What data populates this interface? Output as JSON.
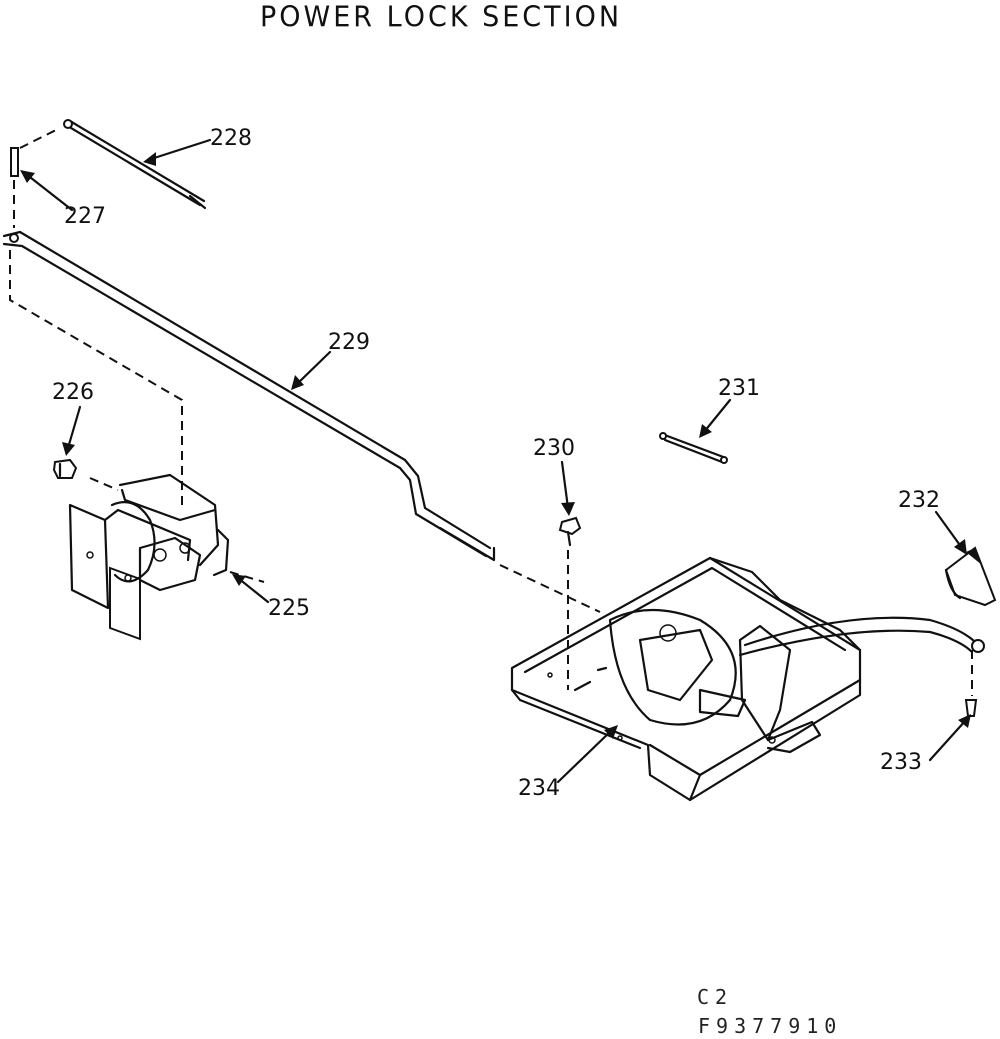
{
  "title": "POWER LOCK SECTION",
  "callouts": {
    "c225": "225",
    "c226": "226",
    "c227": "227",
    "c228": "228",
    "c229": "229",
    "c230": "230",
    "c231": "231",
    "c232": "232",
    "c233": "233",
    "c234": "234"
  },
  "footer": {
    "line1": "C2",
    "line2": "F9377910"
  }
}
